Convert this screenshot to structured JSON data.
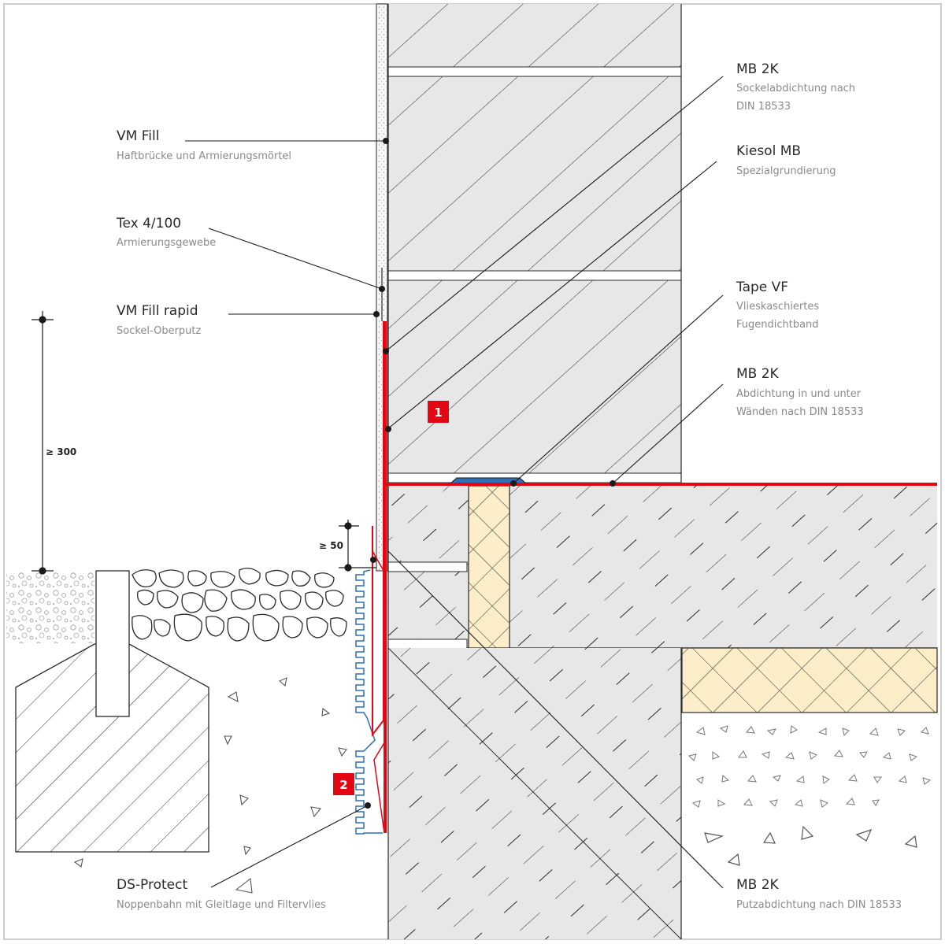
{
  "colors": {
    "concrete": "#e7e7e7",
    "insulation": "#fbeec9",
    "membrane": "#e30613",
    "tape": "#2f6fb3",
    "badge": "#e30613",
    "line": "#1a1a1a",
    "label_sub": "#8a8a8a"
  },
  "labels": [
    {
      "id": "vm-fill",
      "title": "VM Fill",
      "sub": [
        "Haftbrücke und Armierungsmörtel"
      ]
    },
    {
      "id": "tex",
      "title": "Tex 4/100",
      "sub": [
        "Armierungsgewebe"
      ]
    },
    {
      "id": "vm-fill-rapid",
      "title": "VM Fill rapid",
      "sub": [
        "Sockel-Oberputz"
      ]
    },
    {
      "id": "ds-protect",
      "title": "DS-Protect",
      "sub": [
        "Noppenbahn mit Gleitlage und Filtervlies"
      ]
    },
    {
      "id": "mb2k-top",
      "title": "MB 2K",
      "sub": [
        "Sockelabdichtung nach",
        "DIN 18533"
      ]
    },
    {
      "id": "kiesol",
      "title": "Kiesol MB",
      "sub": [
        "Spezialgrundierung"
      ]
    },
    {
      "id": "tape-vf",
      "title": "Tape VF",
      "sub": [
        "Vlieskaschiertes",
        "Fugendichtband"
      ]
    },
    {
      "id": "mb2k-mid",
      "title": "MB 2K",
      "sub": [
        "Abdichtung in und unter",
        "Wänden nach DIN 18533"
      ]
    },
    {
      "id": "mb2k-bottom",
      "title": "MB 2K",
      "sub": [
        "Putzabdichtung nach DIN 18533"
      ]
    }
  ],
  "dimensions": [
    {
      "id": "dim-300",
      "text": "≥ 300"
    },
    {
      "id": "dim-50",
      "text": "≥ 50"
    }
  ],
  "badges": [
    {
      "id": "badge-1",
      "text": "1"
    },
    {
      "id": "badge-2",
      "text": "2"
    }
  ]
}
